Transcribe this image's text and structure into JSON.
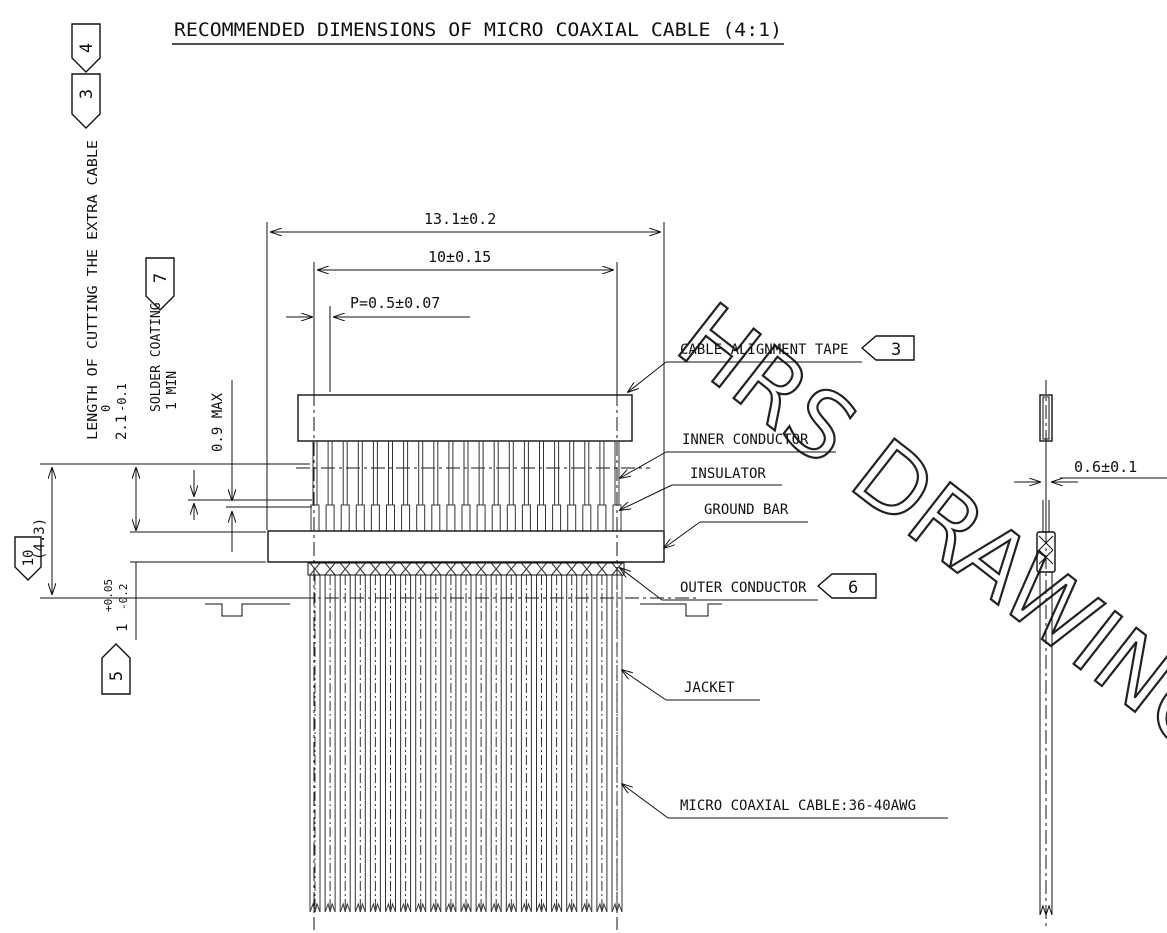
{
  "drawing": {
    "title": "RECOMMENDED DIMENSIONS OF MICRO COAXIAL CABLE (4:1)",
    "watermark": "HRS DRAWING",
    "dimensions": {
      "overall_width": "13.1±0.2",
      "pitch_span": "10±0.15",
      "pitch": "P=0.5±0.07",
      "side_thickness": "0.6±0.1",
      "ref_height": "(4.3)",
      "solder_max": "0.9 MAX",
      "solder_min": "1 MIN",
      "cut_nominal": "2.1",
      "cut_upper": "0",
      "cut_lower": "-0.1",
      "bar_nominal": "1",
      "bar_upper": "+0.05",
      "bar_lower": "-0.2"
    },
    "callouts": {
      "cable_alignment_tape": "CABLE ALIGNMENT TAPE",
      "inner_conductor": "INNER CONDUCTOR",
      "insulator": "INSULATOR",
      "ground_bar": "GROUND BAR",
      "outer_conductor": "OUTER CONDUCTOR",
      "jacket": "JACKET",
      "micro_coaxial_cable": "MICRO COAXIAL CABLE:36-40AWG"
    },
    "vertical_labels": {
      "cutting_length": "LENGTH OF CUTTING THE EXTRA CABLE",
      "solder_coating": "SOLDER COATING"
    },
    "flags": {
      "cut_note": "4",
      "cut_note_2": "3",
      "solder_note": "7",
      "tape_note": "3",
      "outer_note": "6",
      "height_note": "10",
      "bar_note": "5"
    }
  }
}
